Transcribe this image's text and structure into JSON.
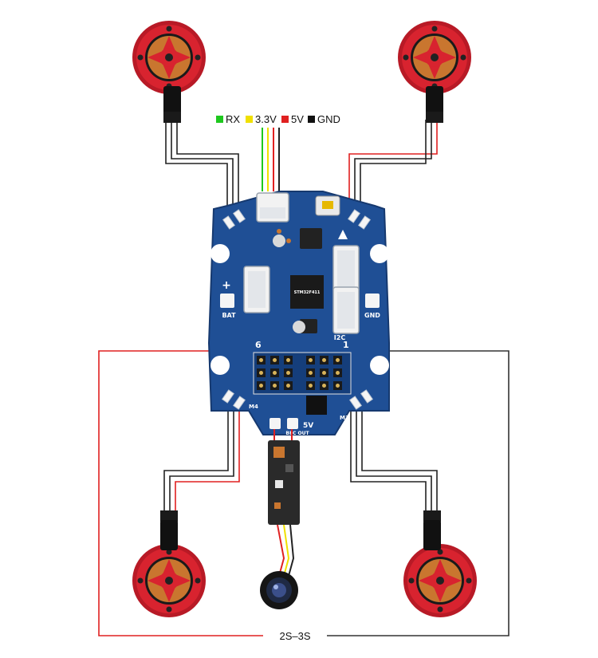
{
  "legend": {
    "items": [
      {
        "label": "RX",
        "color": "#1ec81e"
      },
      {
        "label": "3.3V",
        "color": "#f0e000"
      },
      {
        "label": "5V",
        "color": "#e02020"
      },
      {
        "label": "GND",
        "color": "#111111"
      }
    ]
  },
  "board": {
    "plus_label": "+",
    "bat_label": "BAT",
    "gnd_label": "GND",
    "i2c_label": "I2C",
    "pin6_label": "6",
    "pin1_label": "1",
    "m4_label": "M4",
    "m1_label": "M1",
    "five_v_label": "5V",
    "bec_out_label": "BEC OUT",
    "chip_text": "STM32F411"
  },
  "battery_label": "2S–3S",
  "colors": {
    "pcb": "#1f4f95",
    "pcb_edge": "#1a3f7a",
    "motor_red": "#d8232f",
    "wire_red": "#e02020",
    "wire_black": "#222222"
  }
}
